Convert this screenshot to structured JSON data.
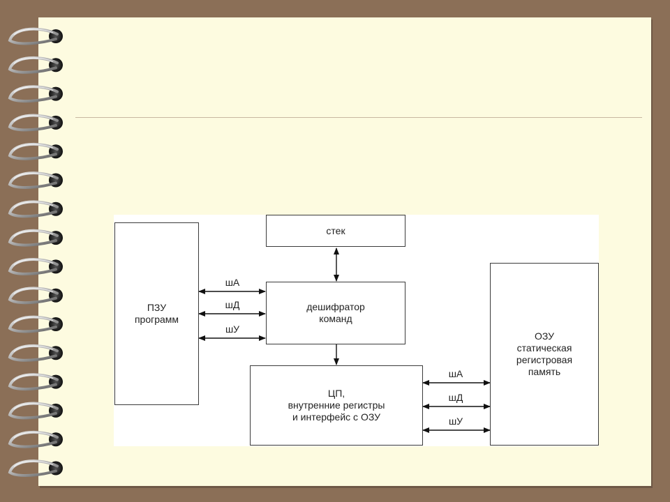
{
  "diagram": {
    "stack": "стек",
    "rom": "ПЗУ\nпрограмм",
    "decoder": "дешифратор\nкоманд",
    "cpu": "ЦП,\nвнутренние регистры\nи интерфейс с ОЗУ",
    "ram": "ОЗУ\nстатическая\nрегистровая\nпамять",
    "bus_left": [
      "шА",
      "шД",
      "шУ"
    ],
    "bus_right": [
      "шА",
      "шД",
      "шУ"
    ]
  }
}
